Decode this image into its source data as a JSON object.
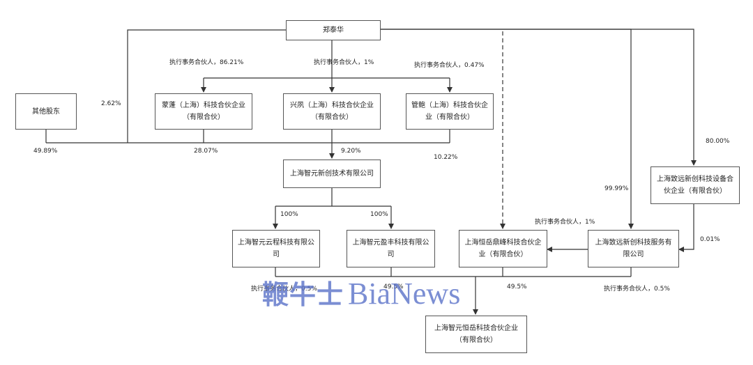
{
  "nodes": {
    "zheng": "郑泰华",
    "others": "其他股东",
    "mengpeng": "蒙蓬（上海）科技合伙企业（有限合伙）",
    "xingfeng": "兴夙（上海）科技合伙企业（有限合伙）",
    "guanpao": "管鲍（上海）科技合伙企业（有限合伙）",
    "zhiyuan": "上海智元新创技术有限公司",
    "yuncheng": "上海智元云程科技有限公司",
    "yingfeng": "上海智元盈丰科技有限公司",
    "dingfeng": "上海恒岳鼎峰科技合伙企业（有限合伙）",
    "zhiyuan_service": "上海致远新创科技服务有限公司",
    "zhiyuan_equipment": "上海致远新创科技设备合伙企业（有限合伙）",
    "hengyue": "上海智元恒岳科技合伙企业（有限合伙）"
  },
  "labels": {
    "l_86": "执行事务合伙人，86.21%",
    "l_1": "执行事务合伙人，1%",
    "l_047": "执行事务合伙人，0.47%",
    "l_262": "2.62%",
    "l_4989": "49.89%",
    "l_2807": "28.07%",
    "l_920": "9.20%",
    "l_1022": "10.22%",
    "l_8000": "80.00%",
    "l_9999": "99.99%",
    "l_e1": "执行事务合伙人，1%",
    "l_001": "0.01%",
    "l_100a": "100%",
    "l_100b": "100%",
    "l_05a": "执行事务合伙人，0.5%",
    "l_495a": "49.5%",
    "l_495b": "49.5%",
    "l_05b": "执行事务合伙人，0.5%"
  },
  "watermark": {
    "cn": "鞭牛士",
    "en": "BiaNews"
  },
  "colors": {
    "line": "#333333",
    "watermark": "#5b72c9"
  }
}
